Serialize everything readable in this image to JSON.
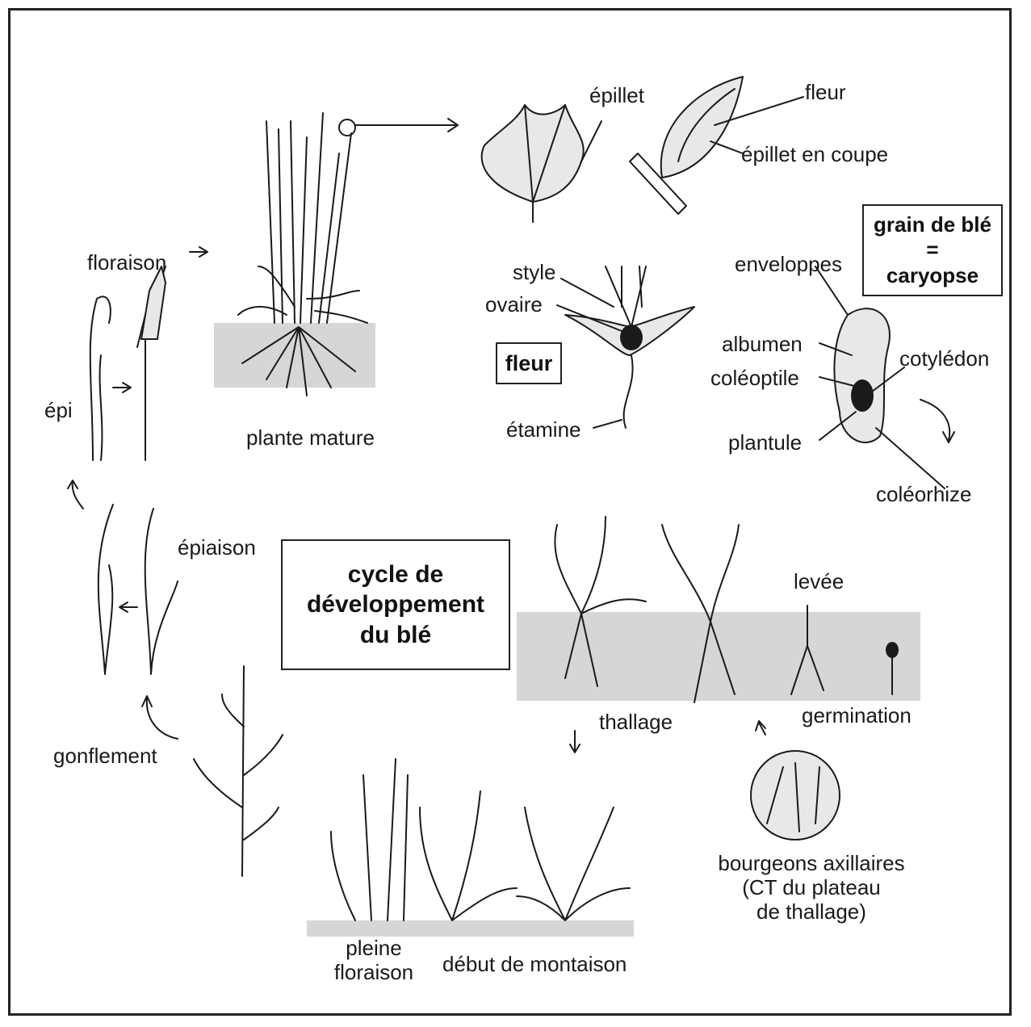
{
  "title_box": {
    "line1": "cycle de",
    "line2": "développement",
    "line3": "du blé"
  },
  "grain_box": {
    "line1": "grain de blé",
    "line2": "=",
    "line3": "caryopse"
  },
  "fleur_box": {
    "label": "fleur"
  },
  "labels": {
    "epillet": "épillet",
    "fleur": "fleur",
    "epillet_coupe": "épillet en coupe",
    "floraison": "floraison",
    "plante_mature": "plante mature",
    "epi": "épi",
    "style": "style",
    "ovaire": "ovaire",
    "etamine": "étamine",
    "enveloppes": "enveloppes",
    "albumen": "albumen",
    "coleoptile": "coléoptile",
    "cotyledon": "cotylédon",
    "plantule": "plantule",
    "coleorhize": "coléorhize",
    "epiaison": "épiaison",
    "levee": "levée",
    "thallage": "thallage",
    "germination": "germination",
    "gonflement": "gonflement",
    "bourgeons1": "bourgeons axillaires",
    "bourgeons2": "(CT du plateau",
    "bourgeons3": "de thallage)",
    "pleine1": "pleine",
    "pleine2": "floraison",
    "debut_montaison": "début de montaison"
  }
}
